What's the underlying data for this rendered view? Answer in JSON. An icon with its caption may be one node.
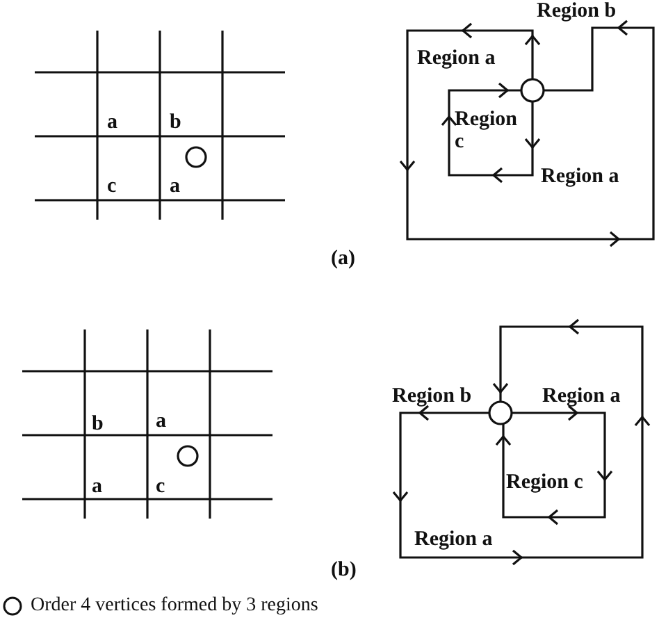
{
  "diagram": {
    "labels": [
      "a",
      "b",
      "c",
      "a",
      "Region b",
      "Region a",
      "Region c",
      "Region a",
      "(a)",
      "b",
      "a",
      "a",
      "c",
      "Region b",
      "Region a",
      "Region c",
      "Region a",
      "(b)"
    ],
    "legend": [
      {
        "text": "Order 4 vertices formed by 3 regions"
      }
    ]
  }
}
